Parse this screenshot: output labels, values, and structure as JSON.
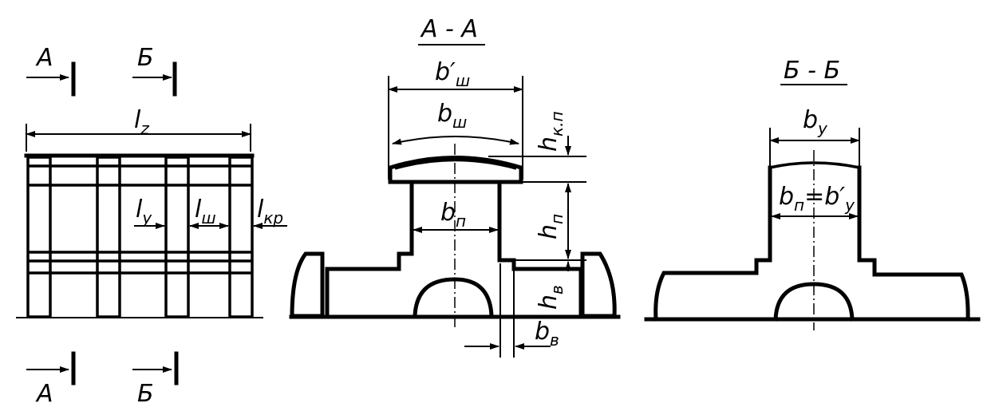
{
  "section_labels": {
    "a_a": "А - А",
    "b_b": "Б - Б"
  },
  "cut_labels": {
    "a_top": "А",
    "b_top": "Б",
    "a_bottom": "А",
    "b_bottom": "Б"
  },
  "dimensions": {
    "l_z": {
      "main": "l",
      "sub": "z"
    },
    "l_y": {
      "main": "l",
      "sub": "y"
    },
    "l_sh": {
      "main": "l",
      "sub": "ш"
    },
    "l_kr": {
      "main": "l",
      "sub": "кр"
    },
    "b_sh_prime": {
      "main": "b′",
      "sub": "ш"
    },
    "b_sh": {
      "main": "b",
      "sub": "ш"
    },
    "b_p": {
      "main": "b",
      "sub": "п"
    },
    "b_v": {
      "main": "b",
      "sub": "в"
    },
    "h_kp": {
      "main": "h",
      "sub": "к.п"
    },
    "h_p": {
      "main": "h",
      "sub": "п"
    },
    "h_v": {
      "main": "h",
      "sub": "в"
    },
    "b_y": {
      "main": "b",
      "sub": "y"
    },
    "b_p_eq": {
      "main": "b",
      "sub": "п",
      "mid": "=b′",
      "sub2": "y"
    }
  }
}
